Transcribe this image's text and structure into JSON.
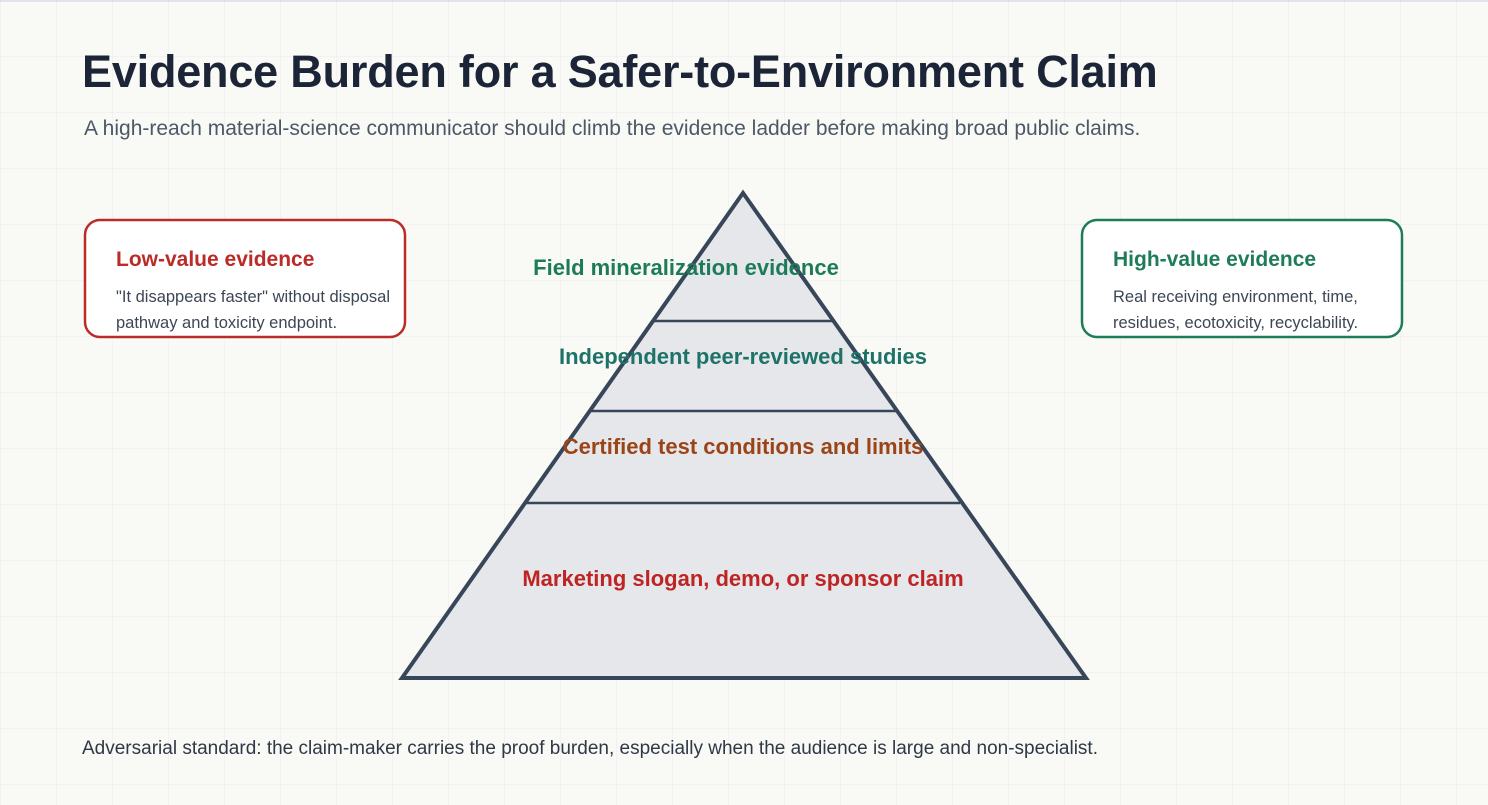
{
  "title": "Evidence Burden for a Safer-to-Environment Claim",
  "subtitle": "A high-reach material-science communicator should climb the evidence ladder before making broad public claims.",
  "pyramid": {
    "levels": [
      {
        "label": "Field mineralization evidence",
        "color": "#1e7b59"
      },
      {
        "label": "Independent peer-reviewed studies",
        "color": "#1e7368"
      },
      {
        "label": "Certified test conditions and limits",
        "color": "#9a4418"
      },
      {
        "label": "Marketing slogan, demo, or sponsor claim",
        "color": "#be2423"
      }
    ]
  },
  "callouts": {
    "low": {
      "title": "Low-value evidence",
      "line1": "\"It disappears faster\" without disposal",
      "line2": "pathway and toxicity endpoint.",
      "color": "#bb2b27"
    },
    "high": {
      "title": "High-value evidence",
      "line1": "Real receiving environment, time,",
      "line2": "residues, ecotoxicity, recyclability.",
      "color": "#1e7c58"
    }
  },
  "footnote": "Adversarial standard: the claim-maker carries the proof burden, especially when the audience is large and non-specialist."
}
